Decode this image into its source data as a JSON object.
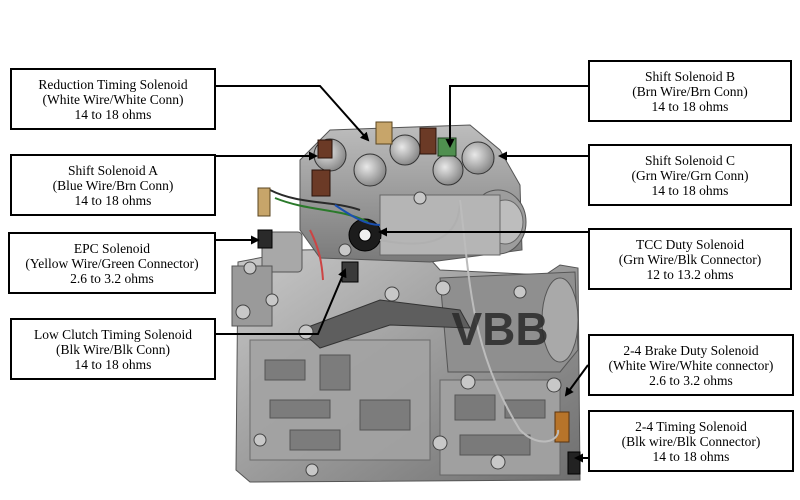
{
  "watermark": "VBB",
  "callouts": [
    {
      "id": "reduction-timing",
      "name": "Reduction Timing Solenoid",
      "wire": "(White Wire/White Conn)",
      "ohms": "14 to 18 ohms"
    },
    {
      "id": "shift-a",
      "name": "Shift Solenoid A",
      "wire": "(Blue Wire/Brn Conn)",
      "ohms": "14 to 18 ohms"
    },
    {
      "id": "epc",
      "name": "EPC Solenoid",
      "wire": "(Yellow Wire/Green Connector)",
      "ohms": "2.6 to 3.2 ohms"
    },
    {
      "id": "low-clutch-timing",
      "name": "Low Clutch Timing Solenoid",
      "wire": "(Blk Wire/Blk Conn)",
      "ohms": "14 to 18 ohms"
    },
    {
      "id": "shift-b",
      "name": "Shift Solenoid B",
      "wire": "(Brn Wire/Brn Conn)",
      "ohms": "14 to 18 ohms"
    },
    {
      "id": "shift-c",
      "name": "Shift Solenoid C",
      "wire": "(Grn Wire/Grn Conn)",
      "ohms": "14 to 18 ohms"
    },
    {
      "id": "tcc-duty",
      "name": "TCC Duty Solenoid",
      "wire": "(Grn Wire/Blk Connector)",
      "ohms": "12 to 13.2 ohms"
    },
    {
      "id": "brake-duty-2-4",
      "name": "2-4 Brake Duty Solenoid",
      "wire": "(White Wire/White connector)",
      "ohms": "2.6 to 3.2 ohms"
    },
    {
      "id": "timing-2-4",
      "name": "2-4 Timing Solenoid",
      "wire": "(Blk wire/Blk Connector)",
      "ohms": "14 to 18 ohms"
    }
  ]
}
